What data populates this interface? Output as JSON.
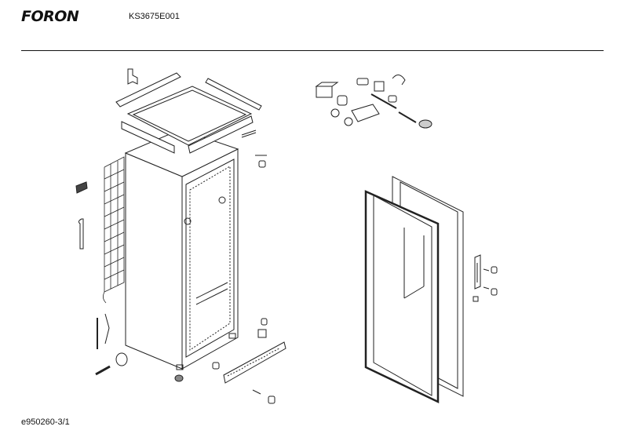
{
  "header": {
    "brand": "FORON",
    "model": "KS3675E001"
  },
  "footer": {
    "code": "e950260-3/1"
  },
  "icons": {
    "brand-logo": "wordmark"
  }
}
